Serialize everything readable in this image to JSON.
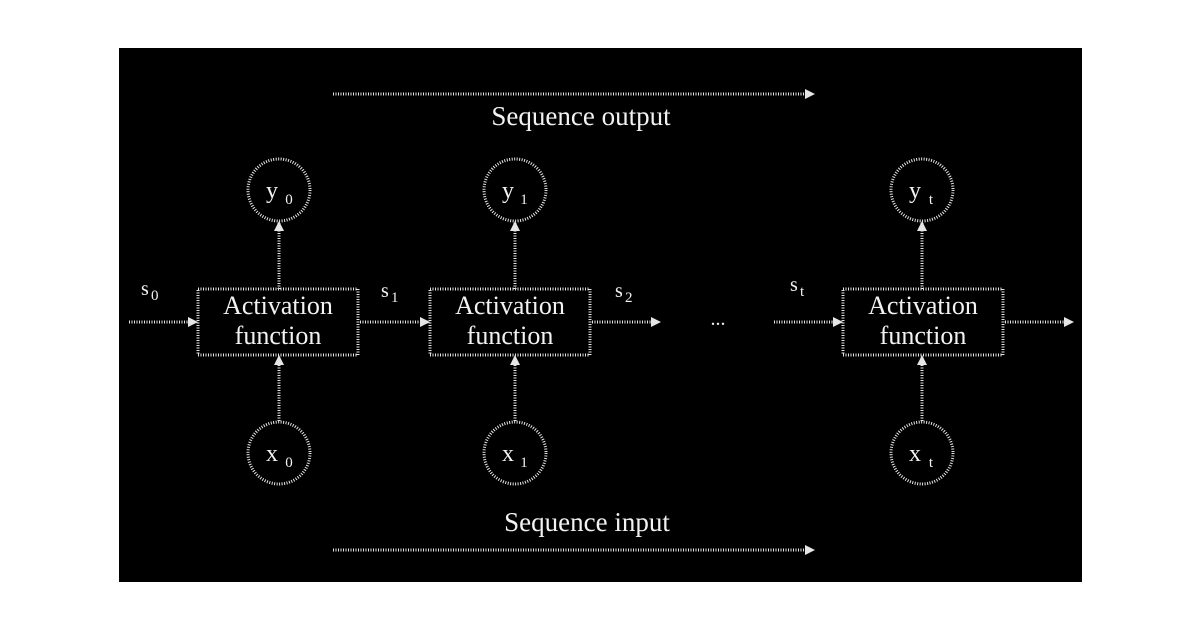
{
  "sequence_output": "Sequence output",
  "sequence_input": "Sequence input",
  "ellipsis": "...",
  "cells": [
    {
      "box_line1": "Activation",
      "box_line2": "function",
      "out_base": "y",
      "out_sub": "0",
      "in_base": "x",
      "in_sub": "0",
      "state_base": "s",
      "state_sub": "0"
    },
    {
      "box_line1": "Activation",
      "box_line2": "function",
      "out_base": "y",
      "out_sub": "1",
      "in_base": "x",
      "in_sub": "1",
      "state_base": "s",
      "state_sub": "1"
    },
    {
      "box_line1": "Activation",
      "box_line2": "function",
      "out_base": "y",
      "out_sub": "t",
      "in_base": "x",
      "in_sub": "t",
      "state_base": "s",
      "state_sub": "t"
    }
  ],
  "after_second_state": {
    "base": "s",
    "sub": "2"
  },
  "colors": {
    "background": "#000000",
    "foreground": "#e6e6e6",
    "page": "#ffffff"
  }
}
